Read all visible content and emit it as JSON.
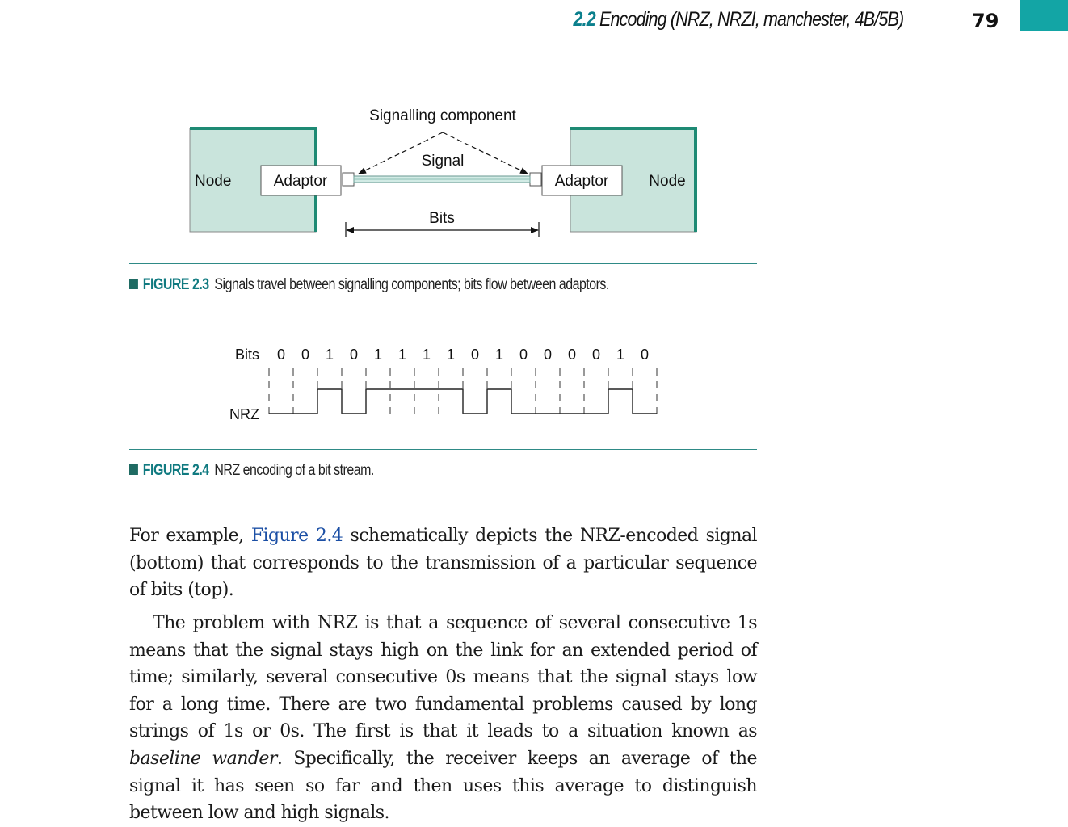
{
  "header": {
    "section_number": "2.2",
    "section_title": "Encoding (NRZ, NRZI, manchester, 4B/5B)",
    "page_number": "79",
    "accent_color": "#13a5a5"
  },
  "figure_2_3": {
    "top_label": "Signalling component",
    "signal_label": "Signal",
    "bits_label": "Bits",
    "left_node_label": "Node",
    "left_adaptor_label": "Adaptor",
    "right_adaptor_label": "Adaptor",
    "right_node_label": "Node",
    "caption_label": "FIGURE 2.3",
    "caption_text": "Signals travel between signalling components; bits flow between adaptors.",
    "node_fill_color": "#c9e4dc",
    "node_edge_color": "#1e8a74"
  },
  "figure_2_4": {
    "bits_label": "Bits",
    "nrz_label": "NRZ",
    "bits": [
      "0",
      "0",
      "1",
      "0",
      "1",
      "1",
      "1",
      "1",
      "0",
      "1",
      "0",
      "0",
      "0",
      "0",
      "1",
      "0"
    ],
    "caption_label": "FIGURE 2.4",
    "caption_text": "NRZ encoding of a bit stream."
  },
  "body": {
    "p1_before_ref": "For example, ",
    "p1_ref": "Figure 2.4",
    "p1_after_ref": " schematically depicts the NRZ-encoded signal (bottom) that corresponds to the transmission of a particular sequence of bits (top).",
    "p2_before_em": "The problem with NRZ is that a sequence of several consecutive 1s means that the signal stays high on the link for an extended period of time; similarly, several consecutive 0s means that the signal stays low for a long time. There are two fundamental problems caused by long strings of 1s or 0s. The first is that it leads to a situation known as ",
    "p2_em": "baseline wander",
    "p2_after_em": ". Specifically, the receiver keeps an average of the signal it has seen so far and then uses this average to distinguish between low and high signals."
  }
}
